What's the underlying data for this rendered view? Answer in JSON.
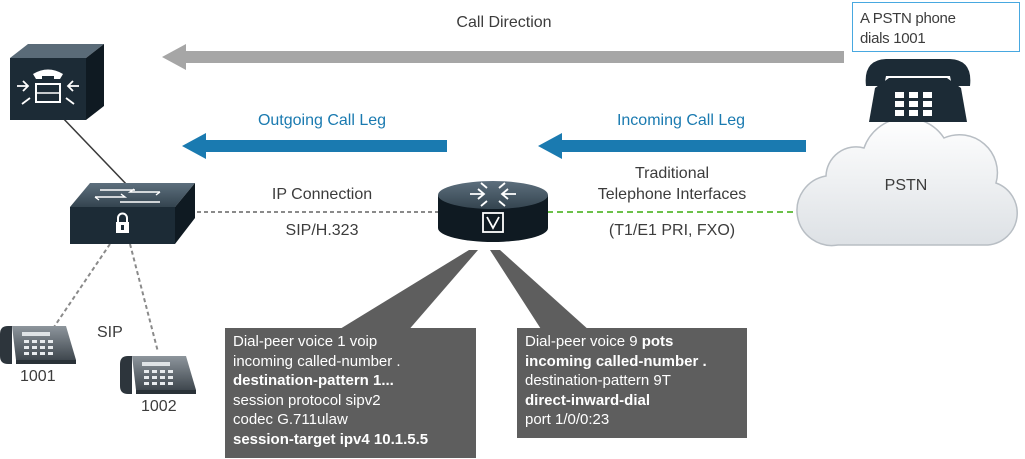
{
  "labels": {
    "call_direction": "Call Direction",
    "outgoing_leg": "Outgoing Call Leg",
    "incoming_leg": "Incoming Call Leg",
    "ip_connection": "IP Connection",
    "sip_h323": "SIP/H.323",
    "traditional_line1": "Traditional",
    "traditional_line2": "Telephone Interfaces",
    "t1e1": "(T1/E1 PRI, FXO)",
    "pstn": "PSTN",
    "sip": "SIP",
    "phone1": "1001",
    "phone2": "1002"
  },
  "note": {
    "line1": "A PSTN phone",
    "line2": "dials 1001"
  },
  "config_voip": [
    {
      "text": "Dial-peer voice 1 voip",
      "bold": ""
    },
    {
      "text": "incoming called-number .",
      "bold": ""
    },
    {
      "text": "",
      "bold": "destination-pattern 1..."
    },
    {
      "text": "session protocol sipv2",
      "bold": ""
    },
    {
      "text": "codec G.711ulaw",
      "bold": ""
    },
    {
      "text": "",
      "bold": "session-target ipv4 10.1.5.5"
    }
  ],
  "config_pots": [
    {
      "text": "Dial-peer voice 9 ",
      "bold": "pots"
    },
    {
      "text": "",
      "bold": "incoming called-number ."
    },
    {
      "text": "destination-pattern 9T",
      "bold": ""
    },
    {
      "text": "",
      "bold": "direct-inward-dial"
    },
    {
      "text": "port 1/0/0:23",
      "bold": ""
    }
  ],
  "icons": [
    "call-manager-server-icon",
    "secure-switch-icon",
    "voice-gateway-router-icon",
    "pstn-cloud-icon",
    "pstn-phone-icon",
    "ip-phone-icon"
  ],
  "colors": {
    "arrow_gray": "#a6a6a6",
    "arrow_blue": "#1a7ab0",
    "pstn_link": "#6cc04a",
    "ip_link": "#8a8a8a",
    "device_dark": "#1c2b36",
    "callout_gray": "#5e5e5e",
    "note_border": "#48a8e0"
  }
}
